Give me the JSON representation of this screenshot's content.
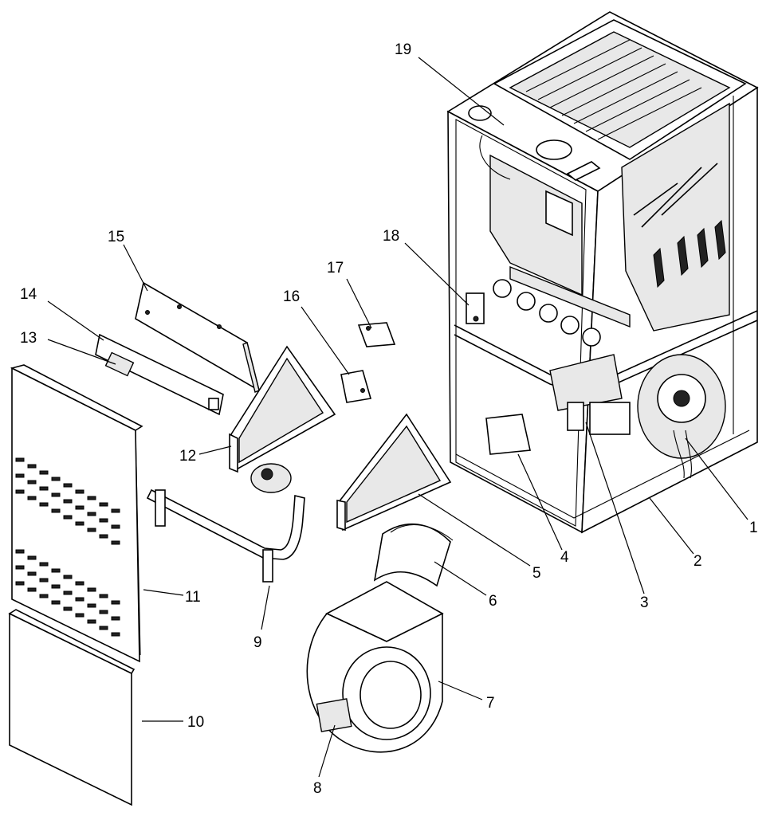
{
  "callouts": [
    {
      "id": "1",
      "label": "1"
    },
    {
      "id": "2",
      "label": "2"
    },
    {
      "id": "3",
      "label": "3"
    },
    {
      "id": "4",
      "label": "4"
    },
    {
      "id": "5",
      "label": "5"
    },
    {
      "id": "6",
      "label": "6"
    },
    {
      "id": "7",
      "label": "7"
    },
    {
      "id": "8",
      "label": "8"
    },
    {
      "id": "9",
      "label": "9"
    },
    {
      "id": "10",
      "label": "10"
    },
    {
      "id": "11",
      "label": "11"
    },
    {
      "id": "12",
      "label": "12"
    },
    {
      "id": "13",
      "label": "13"
    },
    {
      "id": "14",
      "label": "14"
    },
    {
      "id": "15",
      "label": "15"
    },
    {
      "id": "16",
      "label": "16"
    },
    {
      "id": "17",
      "label": "17"
    },
    {
      "id": "18",
      "label": "18"
    },
    {
      "id": "19",
      "label": "19"
    }
  ],
  "colors": {
    "ink": "#000000",
    "background": "#ffffff"
  }
}
